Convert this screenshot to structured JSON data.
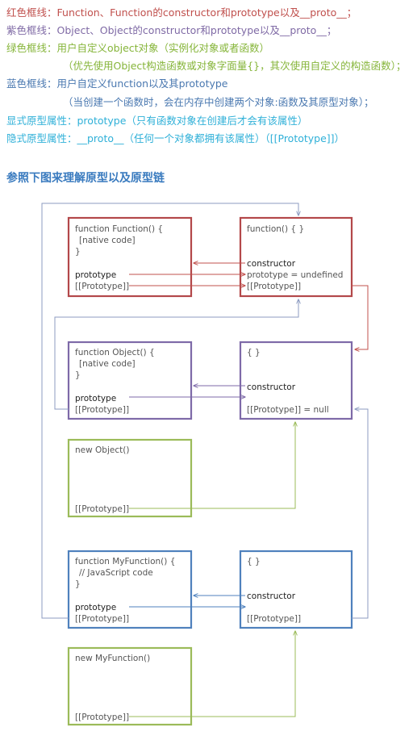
{
  "colors": {
    "red": "#b3484a",
    "red_text": "#c0504d",
    "purple": "#7e6aa8",
    "purple_text": "#7f6aa5",
    "green": "#9bbb59",
    "green_text": "#86b53a",
    "blue": "#4f81bd",
    "blue_text": "#4a78b0",
    "cyan_text": "#2fb0d8",
    "heading": "#3a7bbf",
    "arrow": "#9aa9c8"
  },
  "legend": {
    "red": {
      "label": "红色框线：",
      "text": "Function、Function的constructor和prototype以及__proto__；"
    },
    "purple": {
      "label": "紫色框线：",
      "text": "Object、Object的constructor和prototype以及__proto__；"
    },
    "green": {
      "label": "绿色框线：",
      "text": "用户自定义object对象（实例化对象或者函数）",
      "note": "（优先使用Object构造函数或对象字面量{}，其次使用自定义的构造函数）；"
    },
    "blue": {
      "label": "蓝色框线：",
      "text": "用户自定义function以及其prototype",
      "note": "（当创建一个函数时，会在内存中创建两个对象:函数及其原型对象）；"
    },
    "explicit": "显式原型属性：prototype（只有函数对象在创建后才会有该属性）",
    "implicit": "隐式原型属性：__proto__（任何一个对象都拥有该属性）（[[Prototype]]）"
  },
  "heading": "参照下图来理解原型以及原型链",
  "diagram": {
    "fn_box": {
      "kw": "function ",
      "name": "Function",
      "tail": "() {",
      "body": "[native code]",
      "close": "}",
      "prototype": "prototype",
      "proto": "[[Prototype]]"
    },
    "fnproto_box": {
      "title": "function() { }",
      "constructor": "constructor",
      "prototype_undef": "prototype = undefined",
      "proto": "[[Prototype]]"
    },
    "obj_box": {
      "kw": "function ",
      "name": "Object",
      "tail": "() {",
      "body": "[native code]",
      "close": "}",
      "prototype": "prototype",
      "proto": "[[Prototype]]"
    },
    "objproto_box": {
      "title": "{ }",
      "constructor": "constructor",
      "proto_null": "[[Prototype]] = null"
    },
    "newobj_box": {
      "kw": "new ",
      "name": "Object",
      "tail": "()",
      "proto": "[[Prototype]]"
    },
    "myfn_box": {
      "kw": "function ",
      "name": "MyFunction",
      "tail": "() {",
      "body": "// JavaScript code",
      "close": "}",
      "prototype": "prototype",
      "proto": "[[Prototype]]"
    },
    "myfnproto_box": {
      "title": "{ }",
      "constructor": "constructor",
      "proto": "[[Prototype]]"
    },
    "newmyfn_box": {
      "kw": "new ",
      "name": "MyFunction",
      "tail": "()",
      "proto": "[[Prototype]]"
    }
  }
}
